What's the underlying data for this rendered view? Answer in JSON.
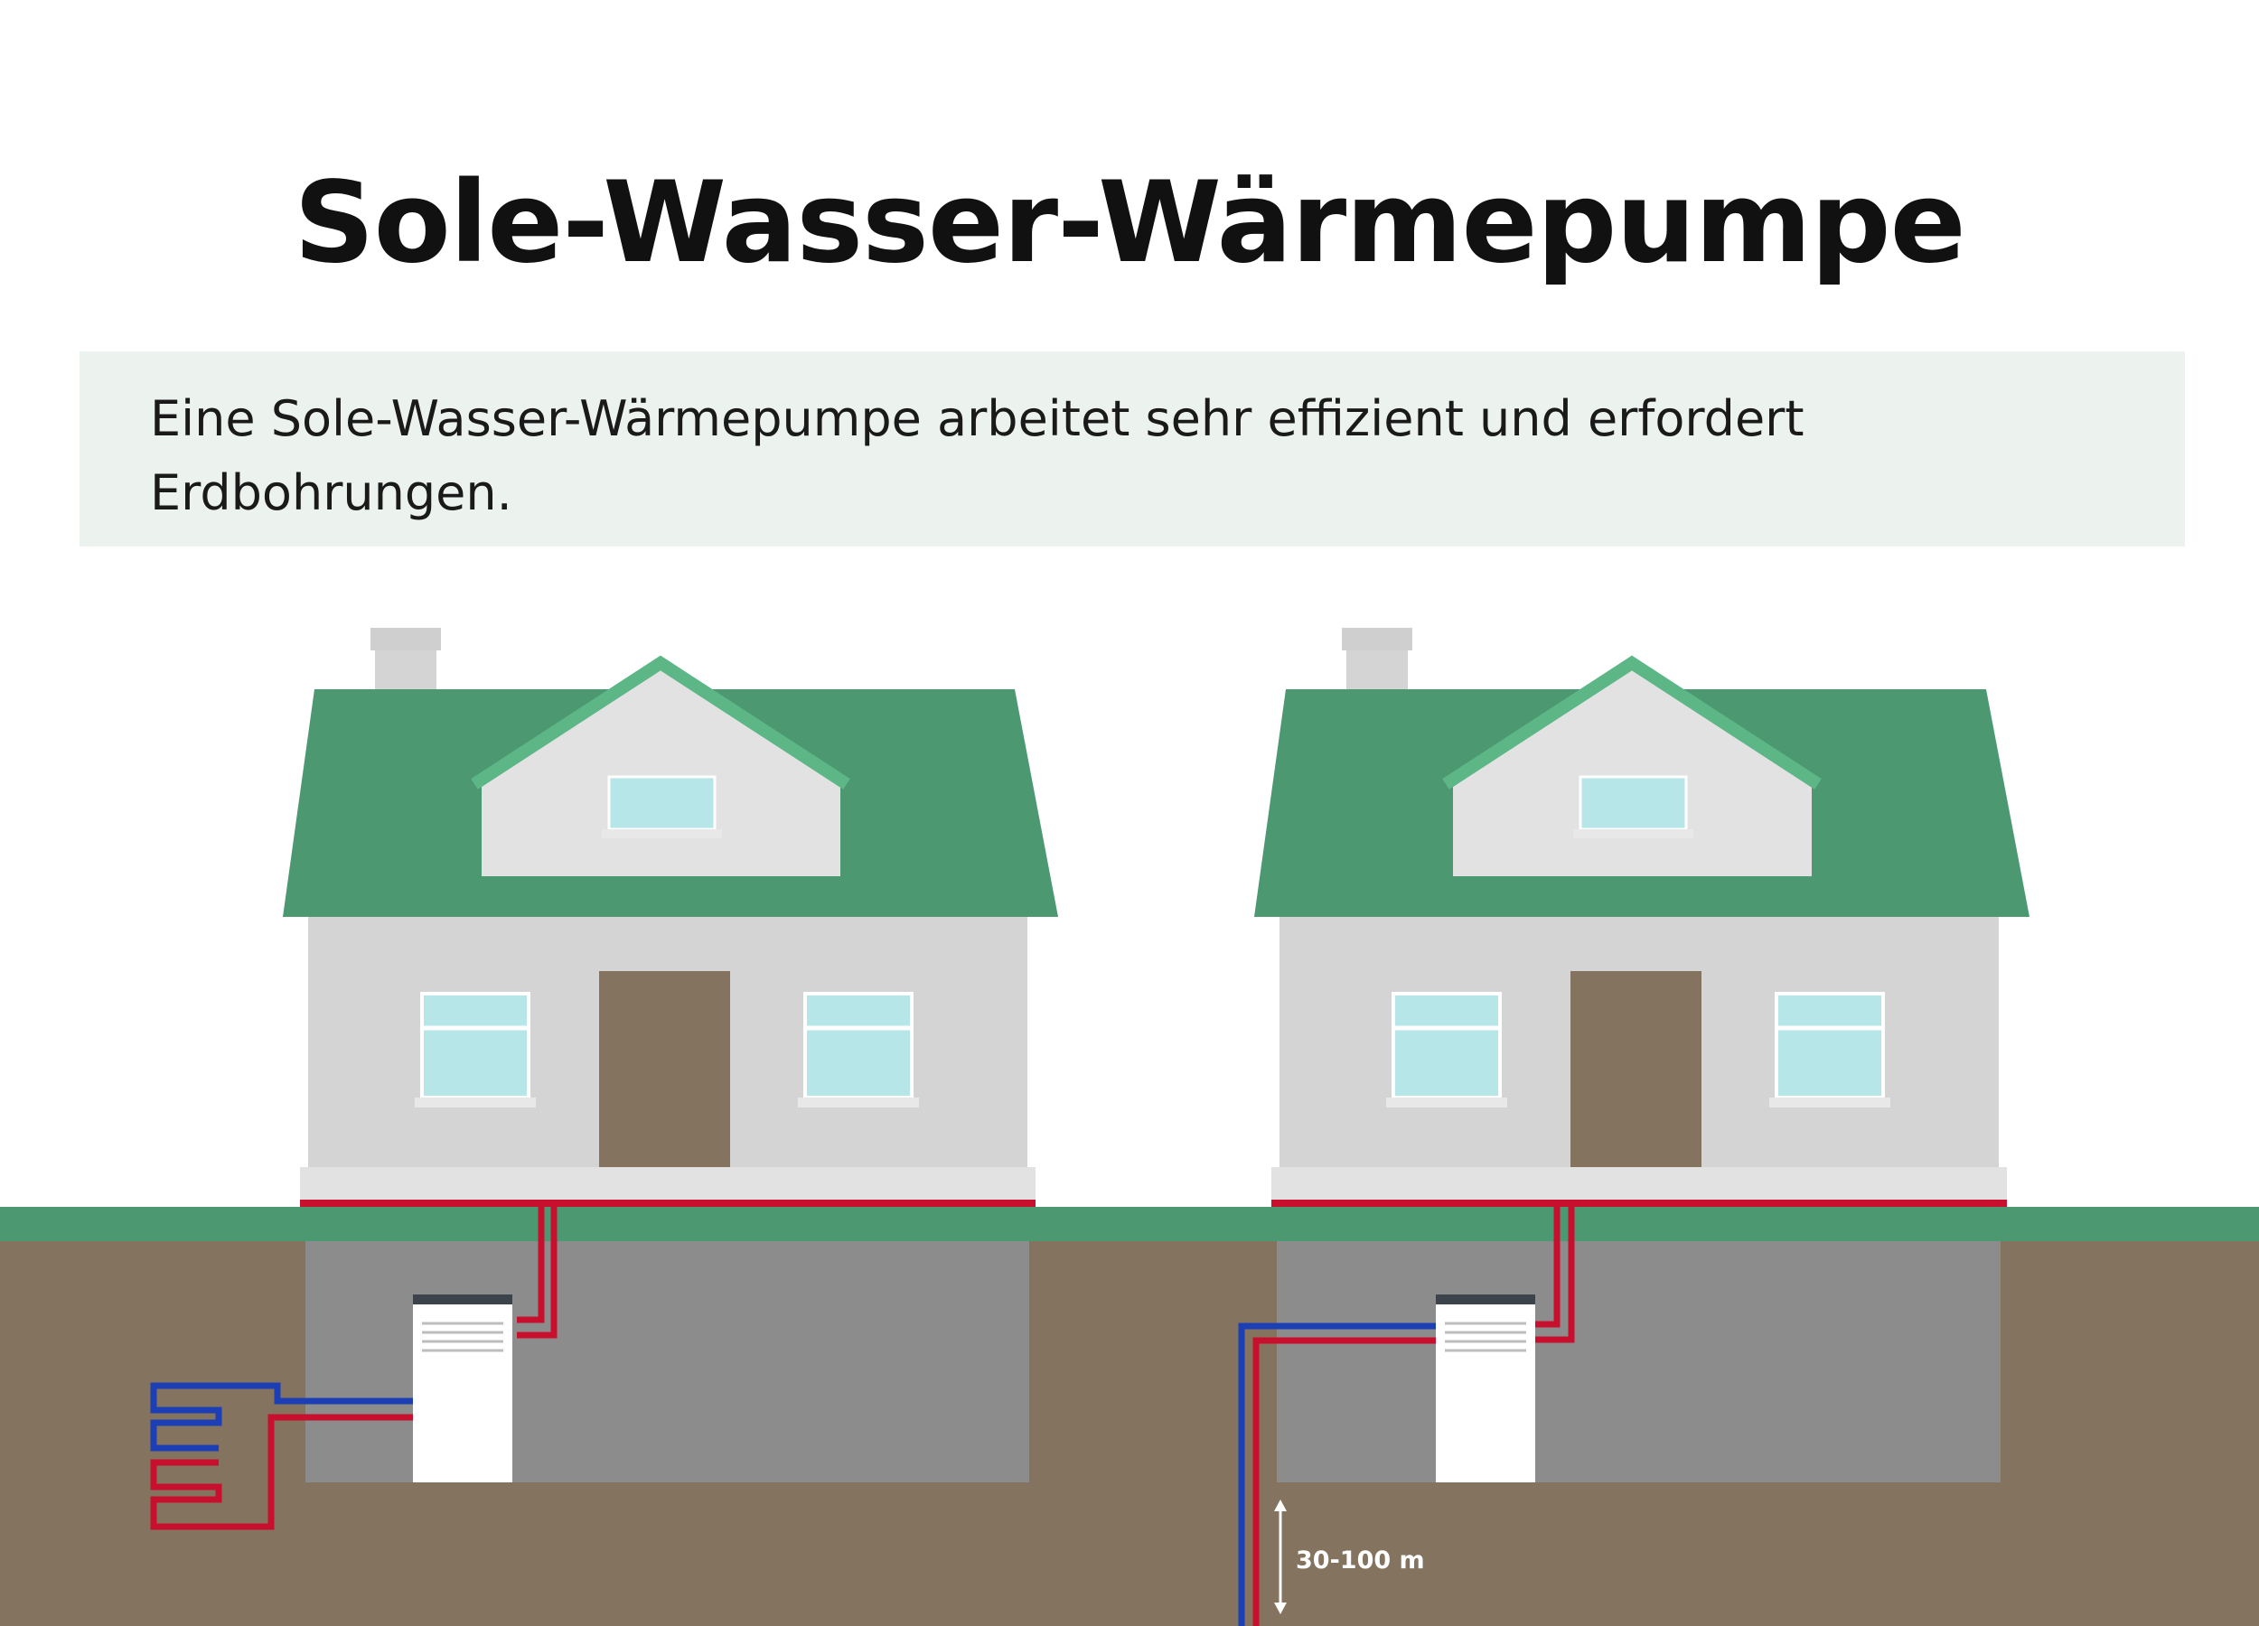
{
  "title": "Sole-Wasser-Wärmepumpe",
  "description": "Eine Sole-Wasser-Wärmepumpe arbeitet sehr effizient und erfordert Erdbohrungen.",
  "scene": {
    "houses": [
      {
        "id": "flachkollektor",
        "collector": "horizontal-loop"
      },
      {
        "id": "erdsonde",
        "collector": "vertical-probe"
      }
    ],
    "probe_depth_label": "30-100 m"
  },
  "colors": {
    "roof": "#4b9871",
    "roof_ridge": "#5cb686",
    "wall": "#d4d4d4",
    "gable": "#e2e2e2",
    "window": "#b6e6e8",
    "door": "#84735e",
    "grass": "#4b9871",
    "soil": "#84735e",
    "basement": "#8c8c8c",
    "pipe_hot": "#c8102e",
    "pipe_cold": "#1d3fb5",
    "heat_pump": "#ffffff",
    "heat_pump_top": "#3c434a"
  }
}
